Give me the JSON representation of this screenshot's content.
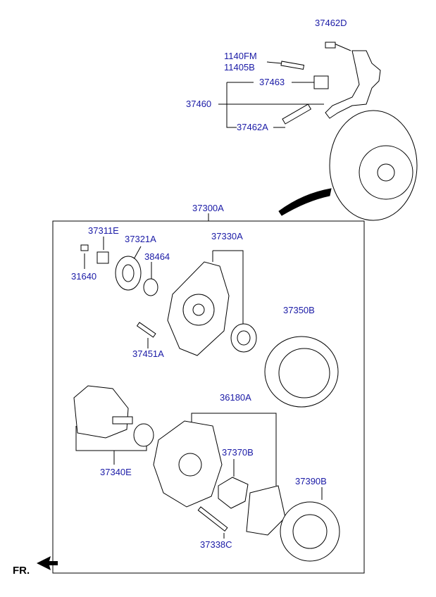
{
  "labels": {
    "p37462D": "37462D",
    "p1140FM": "1140FM",
    "p11405B": "11405B",
    "p37463": "37463",
    "p37460": "37460",
    "p37462A": "37462A",
    "p37300A": "37300A",
    "p37311E": "37311E",
    "p37321A": "37321A",
    "p38464": "38464",
    "p31640": "31640",
    "p37330A": "37330A",
    "p37350B": "37350B",
    "p37451A": "37451A",
    "p36180A": "36180A",
    "p37370B": "37370B",
    "p37340E": "37340E",
    "p37390B": "37390B",
    "p37338C": "37338C"
  },
  "direction": {
    "front": "FR."
  },
  "colors": {
    "label": "#1a1aa6",
    "line": "#000000"
  }
}
